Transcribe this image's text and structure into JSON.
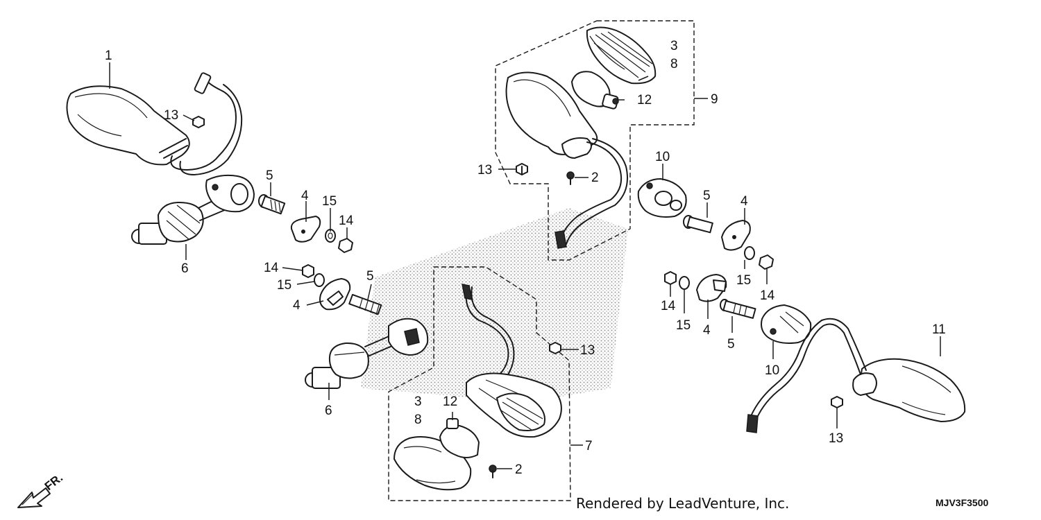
{
  "diagram": {
    "callouts": {
      "c1": "1",
      "c13a": "13",
      "c5a": "5",
      "c4a": "4",
      "c15a": "15",
      "c14a": "14",
      "c6a": "6",
      "c14b": "14",
      "c15b": "15",
      "c4b": "4",
      "c5b": "5",
      "c6b": "6",
      "c3a": "3",
      "c8a": "8",
      "c12a": "12",
      "c9": "9",
      "c13b": "13",
      "c2a": "2",
      "c13c": "13",
      "c3b": "3",
      "c8b": "8",
      "c12b": "12",
      "c2b": "2",
      "c7": "7",
      "c10a": "10",
      "c5c": "5",
      "c4c": "4",
      "c15c": "15",
      "c14c": "14",
      "c14d": "14",
      "c15d": "15",
      "c4d": "4",
      "c5d": "5",
      "c10b": "10",
      "c11": "11",
      "c13d": "13"
    },
    "direction_label": "FR.",
    "credit": "Rendered by LeadVenture, Inc.",
    "diagram_code": "MJV3F3500"
  }
}
